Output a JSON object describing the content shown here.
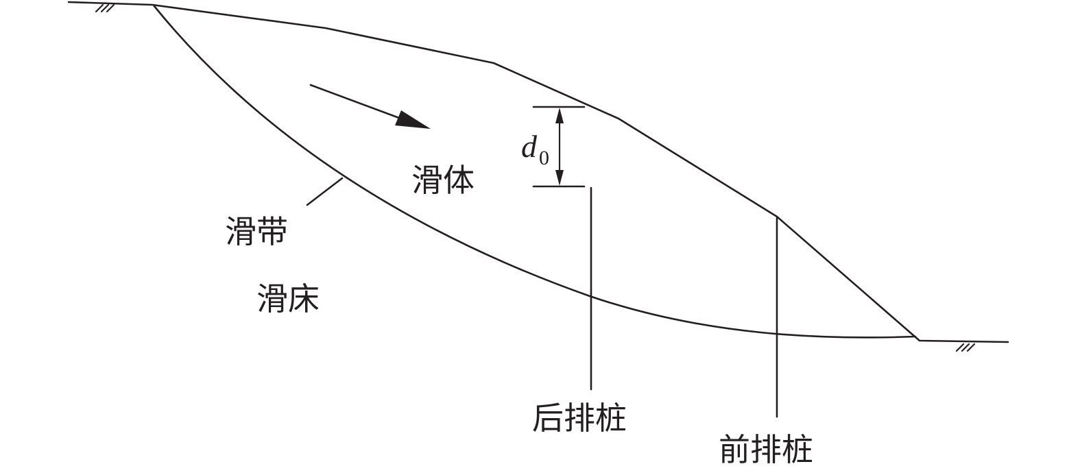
{
  "labels": {
    "sliding_body": "滑体",
    "sliding_zone": "滑带",
    "sliding_bed": "滑床",
    "rear_pile": "后排桩",
    "front_pile": "前排桩",
    "dim_variable": "d",
    "dim_subscript": "0"
  },
  "colors": {
    "ink": "#231f20",
    "background": "#ffffff"
  }
}
